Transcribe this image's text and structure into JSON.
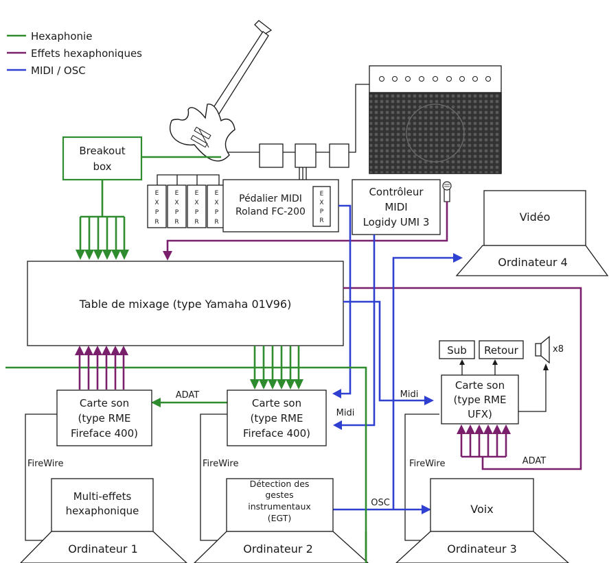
{
  "colors": {
    "green": "#2e8b2e",
    "purple": "#7a1f6b",
    "blue": "#2f3fd0",
    "black": "#1a1a1a"
  },
  "legend": [
    {
      "label": "Hexaphonie",
      "color": "#2e8b2e"
    },
    {
      "label": "Effets hexaphoniques",
      "color": "#7a1f6b"
    },
    {
      "label": "MIDI / OSC",
      "color": "#2f3fd0"
    }
  ],
  "breakout": {
    "l1": "Breakout",
    "l2": "box"
  },
  "expr": [
    "E",
    "X",
    "P",
    "R"
  ],
  "pedalier": {
    "l1": "Pédalier MIDI",
    "l2": "Roland FC-200"
  },
  "controleur": {
    "l1": "Contrôleur",
    "l2": "MIDI",
    "l3": "Logidy UMI 3"
  },
  "video": "Vidéo",
  "ord4": "Ordinateur 4",
  "mixer": "Table de mixage (type Yamaha 01V96)",
  "sub": "Sub",
  "retour": "Retour",
  "x8": "x8",
  "carte1": {
    "l1": "Carte son",
    "l2": "(type RME",
    "l3": "Fireface 400)"
  },
  "carte2": {
    "l1": "Carte son",
    "l2": "(type RME",
    "l3": "Fireface 400)"
  },
  "carte3": {
    "l1": "Carte son",
    "l2": "(type RME",
    "l3": "UFX)"
  },
  "adat": "ADAT",
  "midi": "Midi",
  "osc": "OSC",
  "firewire": "FireWire",
  "multi": {
    "l1": "Multi-effets",
    "l2": "hexaphonique"
  },
  "detect": {
    "l1": "Détection des",
    "l2": "gestes",
    "l3": "instrumentaux",
    "l4": "(EGT)"
  },
  "voix": "Voix",
  "ord1": "Ordinateur 1",
  "ord2": "Ordinateur 2",
  "ord3": "Ordinateur 3"
}
